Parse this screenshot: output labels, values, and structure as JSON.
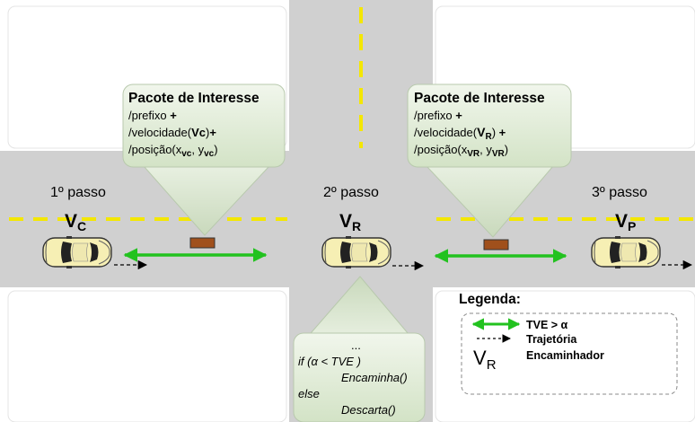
{
  "steps": {
    "step1": "1º passo",
    "step2": "2º passo",
    "step3": "3º passo"
  },
  "vehicles": {
    "v1_main": "V",
    "v1_sub": "C",
    "v2_main": "V",
    "v2_sub": "R",
    "v3_main": "V",
    "v3_sub": "P"
  },
  "packet_left": {
    "title": "Pacote de Interesse",
    "line1_a": "/prefixo",
    "line1_b": "+",
    "line2_a": "/velocidade(",
    "line2_b": "Vc",
    "line2_c": ")",
    "line2_d": "+",
    "line3_a": "/posição(x",
    "line3_b": "vc",
    "line3_c": ", y",
    "line3_d": "vc",
    "line3_e": ")"
  },
  "packet_right": {
    "title": "Pacote de Interesse",
    "line1_a": "/prefixo",
    "line1_b": "+",
    "line2_a": "/velocidade(",
    "line2_b": "V",
    "line2_c": "R",
    "line2_d": ")",
    "line2_e": "+",
    "line3_a": "/posição(x",
    "line3_b": "VR",
    "line3_c": ", y",
    "line3_d": "VR",
    "line3_e": ")"
  },
  "code_box": {
    "line1": "...",
    "line2": "if (α < TVE )",
    "line3": "Encaminha()",
    "line4": "else",
    "line5": "Descarta()"
  },
  "legend": {
    "title": "Legenda:",
    "item1": "TVE > α",
    "item2": "Trajetória",
    "item3_symbol_main": "V",
    "item3_symbol_sub": "R",
    "item3": "Encaminhador"
  },
  "colors": {
    "road": "#d0d0d0",
    "lane_mark": "#f4e700",
    "range_arrow": "#22c21f",
    "packet": "#a0501c",
    "callout_fill": "#e6f0de",
    "car_body": "#f6efb4"
  }
}
